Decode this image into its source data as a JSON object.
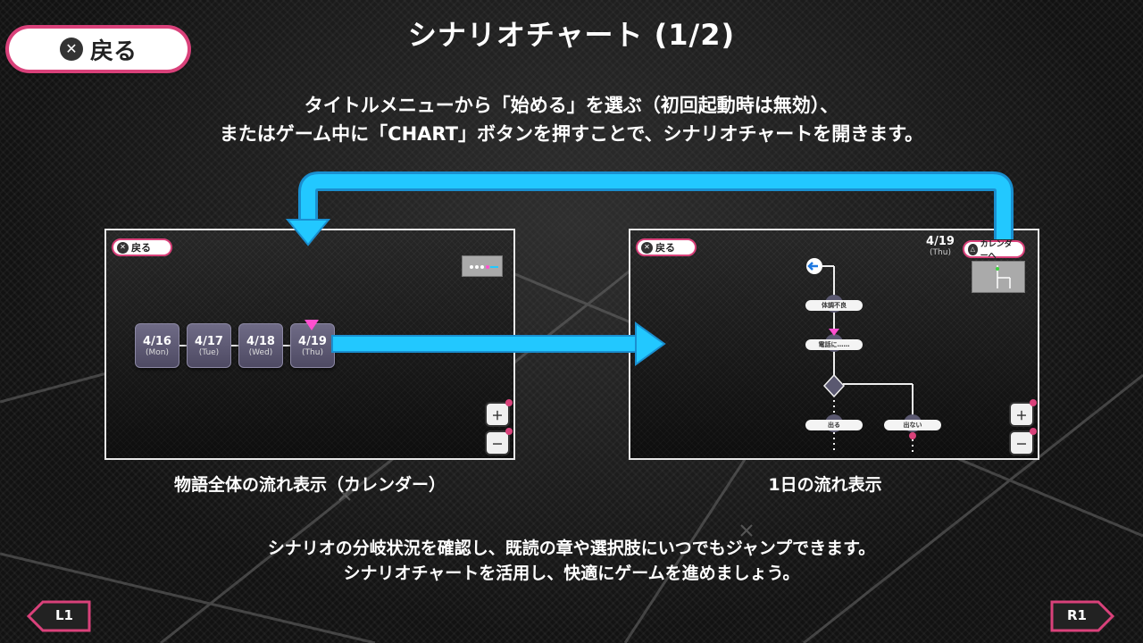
{
  "header": {
    "back_label": "戻る",
    "title": "シナリオチャート (1/2)"
  },
  "intro": {
    "line1": "タイトルメニューから「始める」を選ぶ（初回起動時は無効）、",
    "line2": "またはゲーム中に「CHART」ボタンを押すことで、シナリオチャートを開きます。"
  },
  "calendar_panel": {
    "back_label": "戻る",
    "days": [
      {
        "date": "4/16",
        "dow": "(Mon)"
      },
      {
        "date": "4/17",
        "dow": "(Tue)"
      },
      {
        "date": "4/18",
        "dow": "(Wed)"
      },
      {
        "date": "4/19",
        "dow": "(Thu)"
      }
    ],
    "caption": "物語全体の流れ表示（カレンダー）"
  },
  "day_panel": {
    "back_label": "戻る",
    "calendar_label": "カレンダーへ",
    "date": "4/19",
    "dow": "(Thu)",
    "nodes": {
      "n1": "体調不良",
      "n2": "電話に……",
      "n3": "出る",
      "n4": "出ない"
    },
    "caption": "1日の流れ表示"
  },
  "footer": {
    "line1": "シナリオの分岐状況を確認し、既読の章や選択肢にいつでもジャンプできます。",
    "line2": "シナリオチャートを活用し、快適にゲームを進めましょう。",
    "l1_label": "L1",
    "r1_label": "R1"
  },
  "colors": {
    "accent_pink": "#d9417a",
    "arrow_cyan": "#22c8ff",
    "marker_magenta": "#ff4fd0"
  }
}
